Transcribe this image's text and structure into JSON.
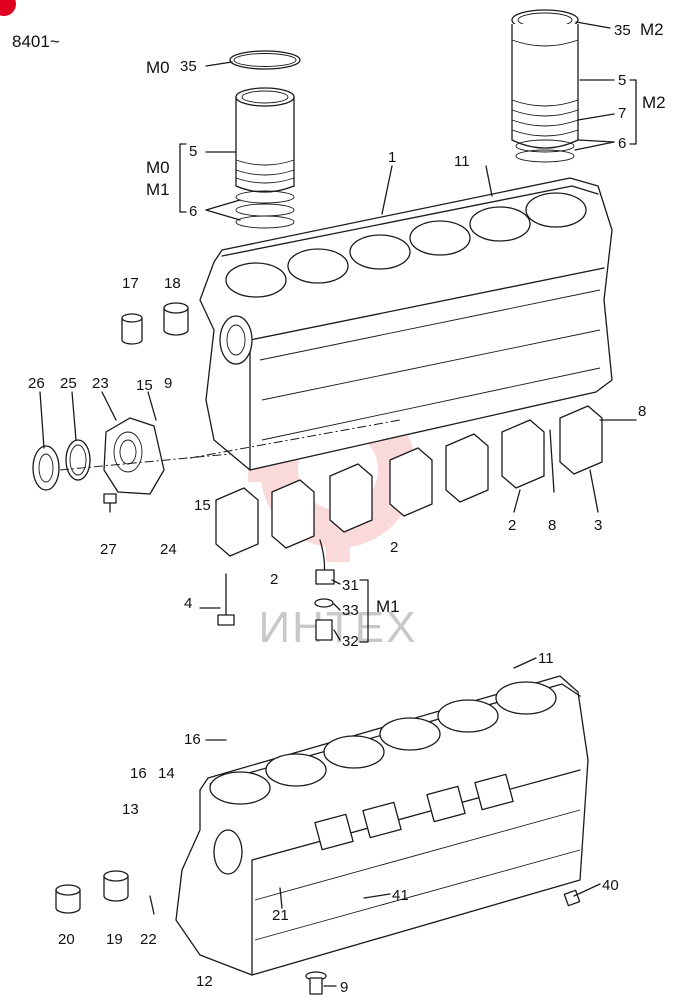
{
  "header": {
    "serial_range": "8401~"
  },
  "watermark": {
    "text": "ИНТЕХ",
    "color": "#e8323c"
  },
  "badge": {
    "color": "#e00020"
  },
  "groups": {
    "m0": "M0",
    "m1": "M1",
    "m2": "M2"
  },
  "callouts": {
    "c35_top": "35",
    "c35_right": "35",
    "c5_left": "5",
    "c6_left": "6",
    "c5_right": "5",
    "c7_right": "7",
    "c6_right": "6",
    "c1": "1",
    "c11_top": "11",
    "c17": "17",
    "c18": "18",
    "c26": "26",
    "c25": "25",
    "c23": "23",
    "c15_a": "15",
    "c9_a": "9",
    "c8_a": "8",
    "c15_b": "15",
    "c27": "27",
    "c24": "24",
    "c2_a": "2",
    "c2_b": "2",
    "c2_c": "2",
    "c8_b": "8",
    "c3": "3",
    "c4": "4",
    "c31": "31",
    "c33": "33",
    "c32": "32",
    "c11_bottom": "11",
    "c16_a": "16",
    "c16_b": "16",
    "c14": "14",
    "c13": "13",
    "c20": "20",
    "c19": "19",
    "c22": "22",
    "c21": "21",
    "c41": "41",
    "c40": "40",
    "c12": "12",
    "c9_b": "9"
  }
}
